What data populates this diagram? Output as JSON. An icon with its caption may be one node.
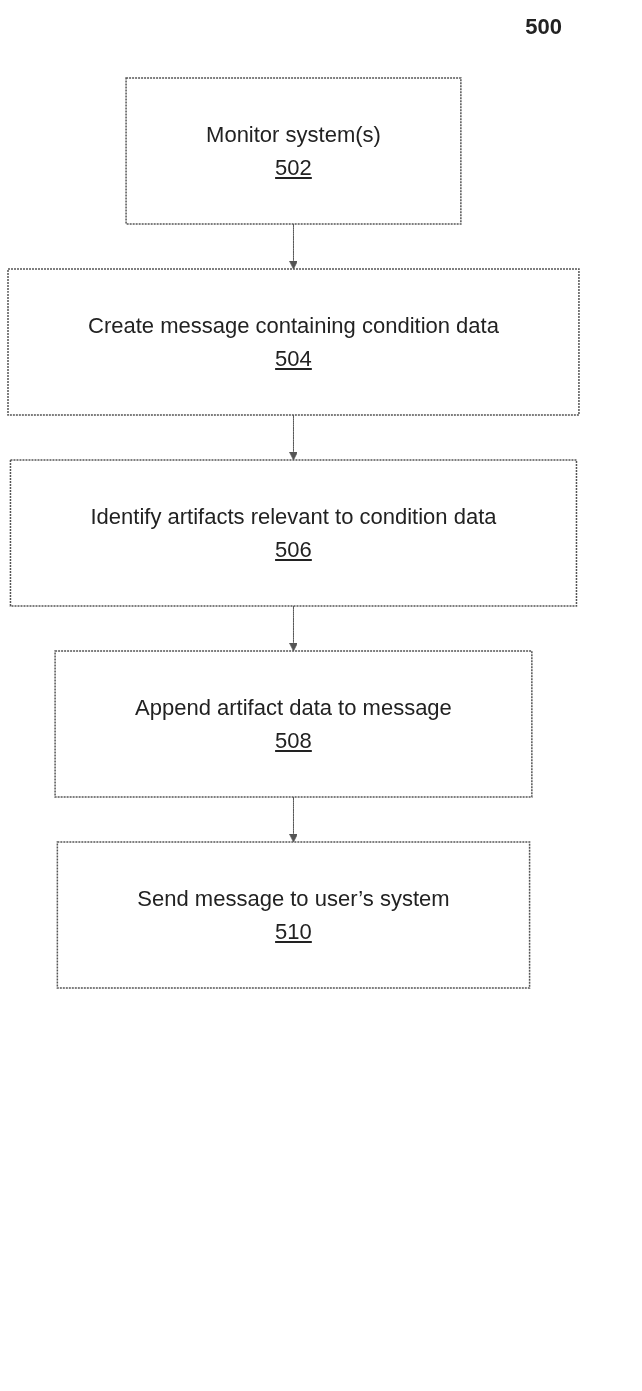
{
  "diagram": {
    "nodes": [
      {
        "text": [
          "Monitor system(s)",
          "502"
        ]
      },
      {
        "text": [
          "Create message containing condition data",
          "504"
        ]
      },
      {
        "text": [
          "Identify artifacts relevant to condition data",
          "506"
        ]
      },
      {
        "text": [
          "Append artifact data to message",
          "508"
        ]
      },
      {
        "text": [
          "Send message to user’s system",
          "510"
        ]
      }
    ],
    "edges": [
      {
        "from": 0,
        "to": 1,
        "arrow": "to"
      },
      {
        "from": 1,
        "to": 2,
        "arrow": "to"
      },
      {
        "from": 2,
        "to": 3,
        "arrow": "to"
      },
      {
        "from": 3,
        "to": 4,
        "arrow": "to"
      }
    ],
    "labels": [
      "500"
    ]
  }
}
